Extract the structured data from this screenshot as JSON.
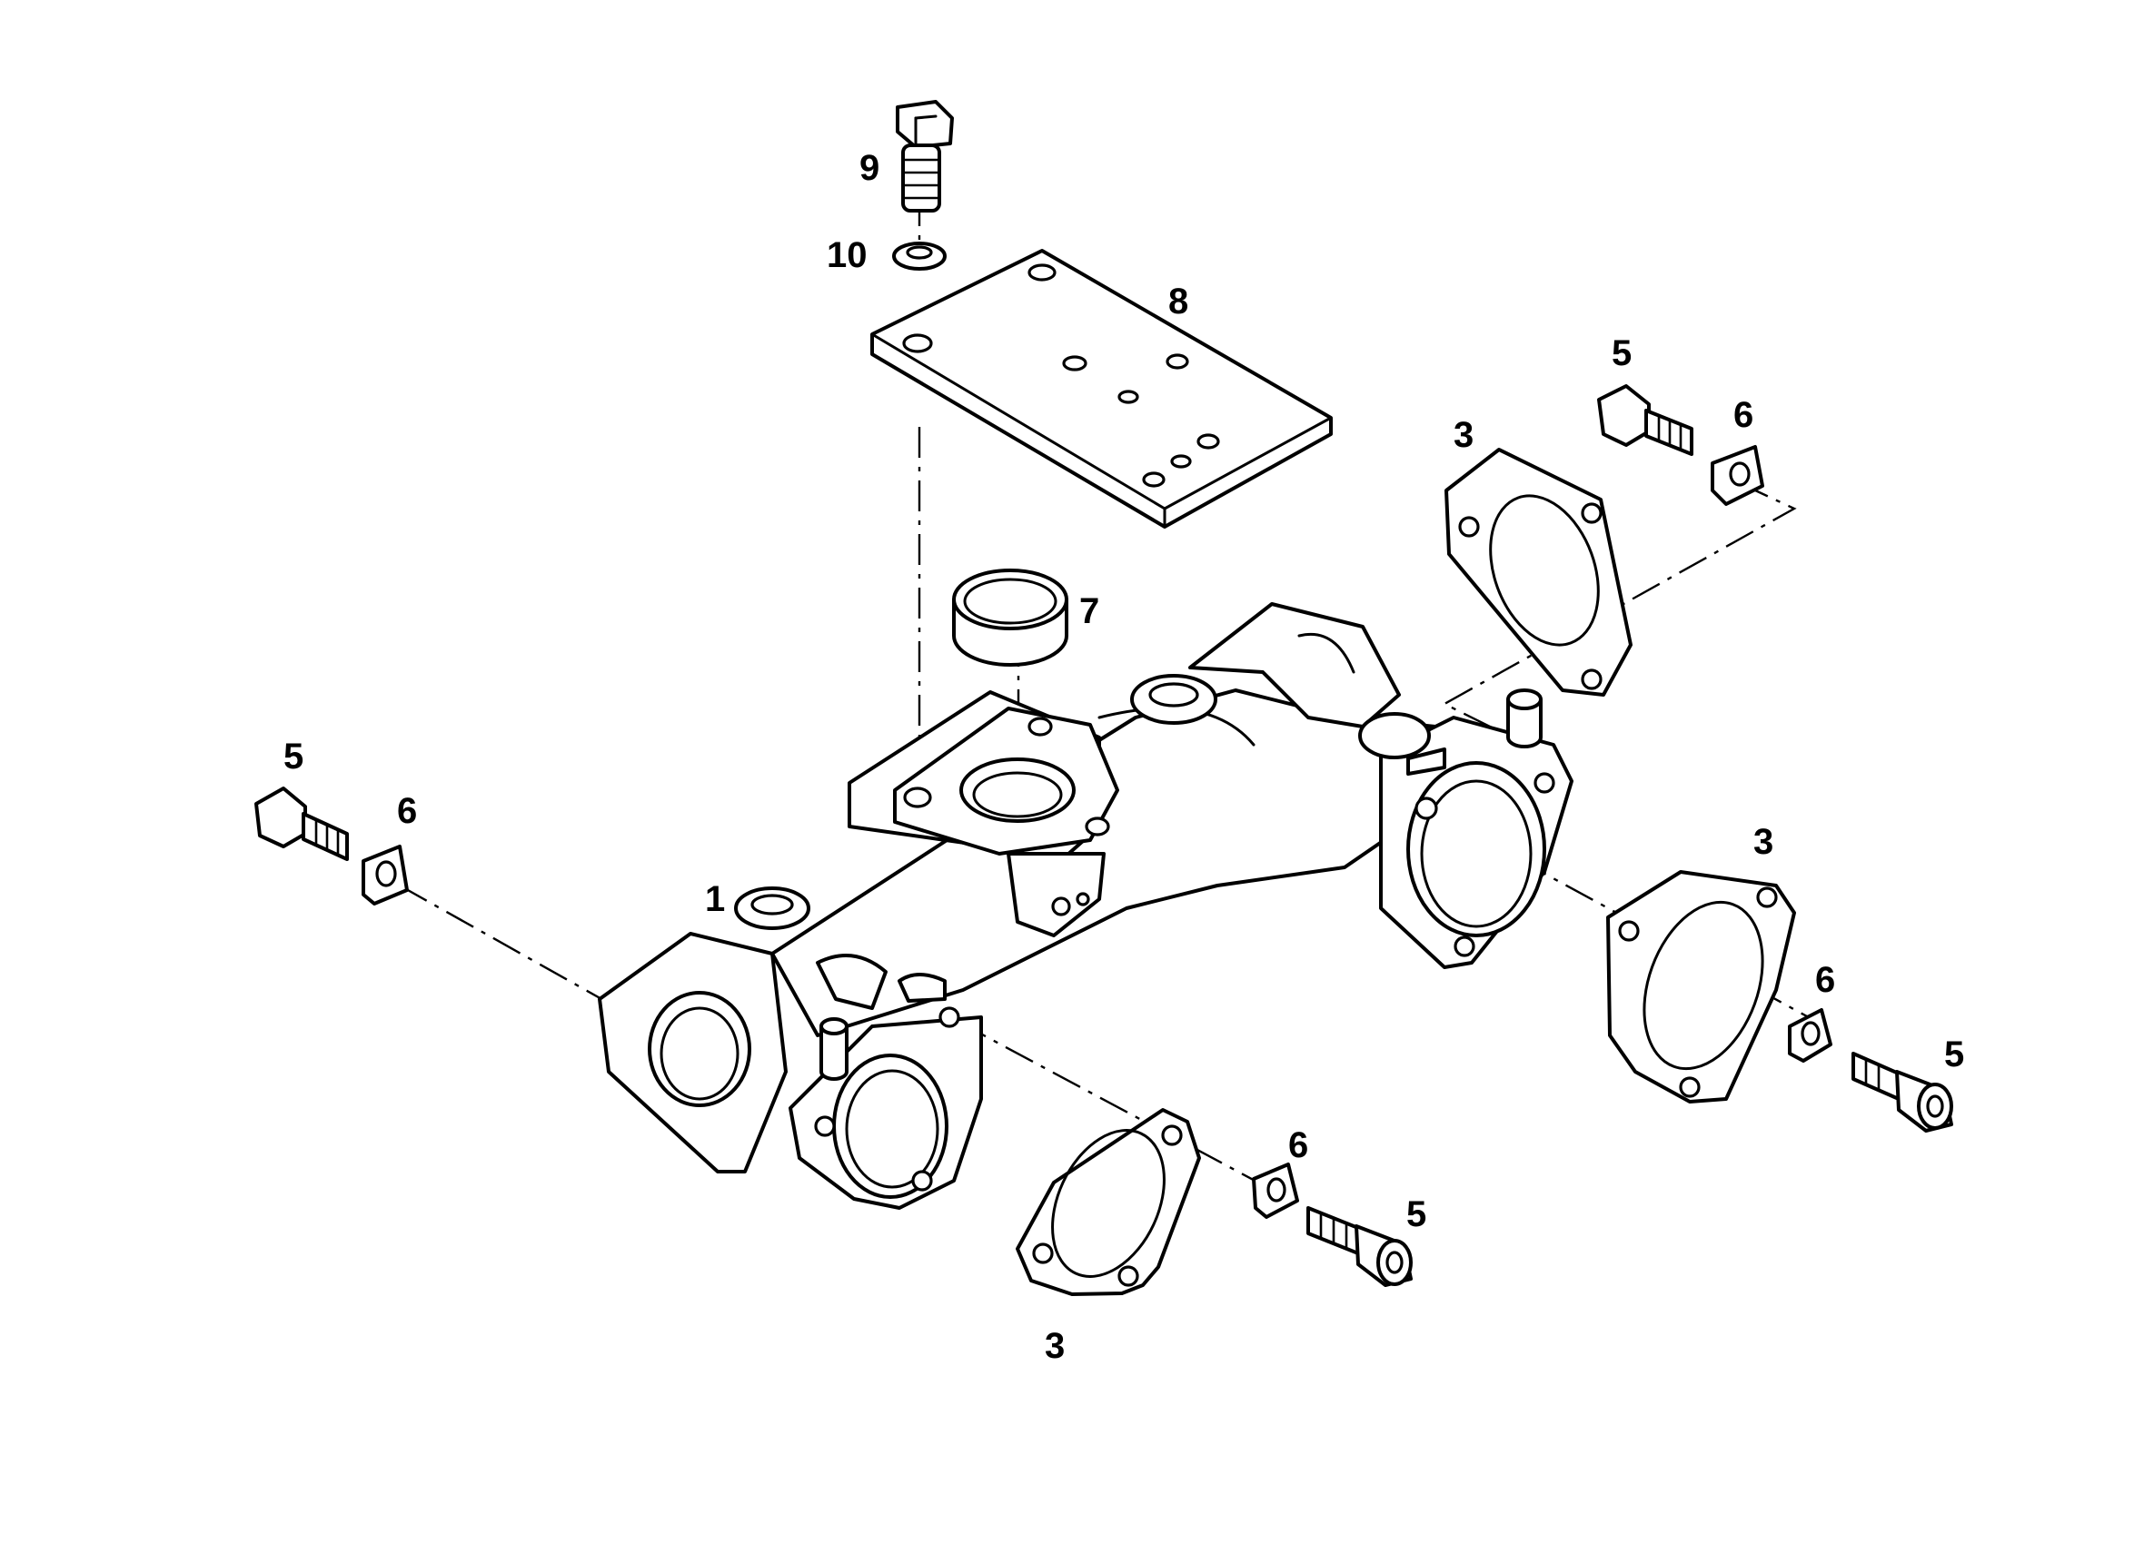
{
  "callouts": {
    "c1": "1",
    "c3a": "3",
    "c3b": "3",
    "c3c": "3",
    "c5a": "5",
    "c5b": "5",
    "c5c": "5",
    "c5d": "5",
    "c6a": "6",
    "c6b": "6",
    "c6c": "6",
    "c6d": "6",
    "c7": "7",
    "c8": "8",
    "c9": "9",
    "c10": "10"
  }
}
